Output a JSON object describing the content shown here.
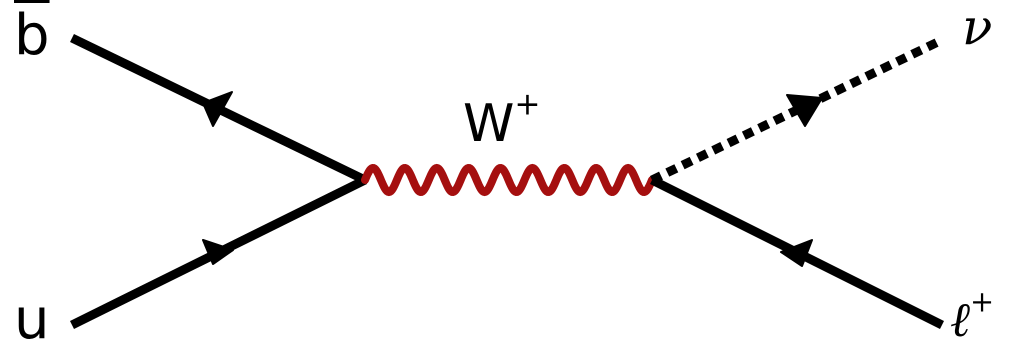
{
  "colors": {
    "line": "#000000",
    "boson": "#a50f0f"
  },
  "particles": {
    "b_bar": "b",
    "u": "u",
    "boson_symbol": "W",
    "boson_charge": "+",
    "neutrino": "ν",
    "lepton": "ℓ",
    "lepton_charge": "+"
  }
}
